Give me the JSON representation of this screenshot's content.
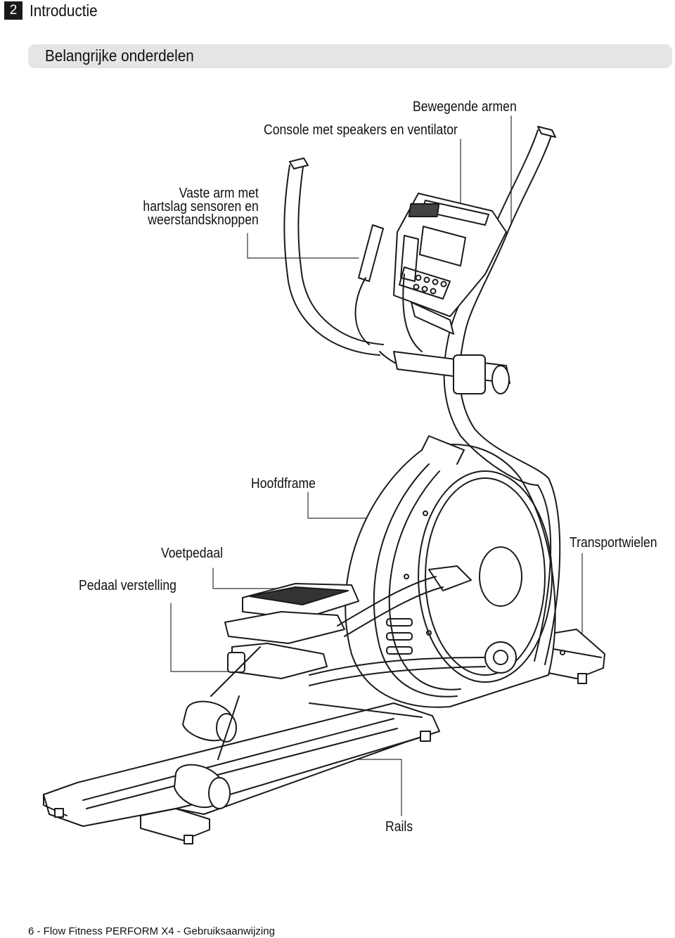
{
  "section": {
    "number": "2",
    "title": "Introductie"
  },
  "subheading": "Belangrijke onderdelen",
  "labels": {
    "moving_arms": "Bewegende armen",
    "console": "Console met speakers en ventilator",
    "fixed_arm": "Vaste arm met\nhartslag sensoren en\nweerstandsknoppen",
    "main_frame": "Hoofdframe",
    "foot_pedal": "Voetpedaal",
    "transport_wheels": "Transportwielen",
    "pedal_adjustment": "Pedaal verstelling",
    "rails": "Rails"
  },
  "footer": "6 - Flow Fitness PERFORM X4 - Gebruiksaanwijzing"
}
